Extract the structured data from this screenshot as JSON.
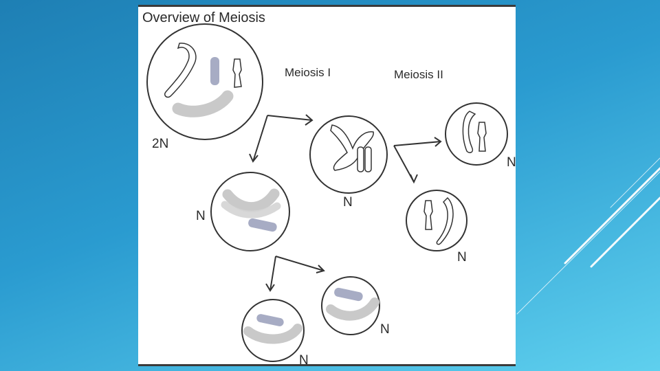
{
  "figure": {
    "title": "Overview of Meiosis",
    "stage_labels": {
      "meiosis_1": "Meiosis I",
      "meiosis_2": "Meiosis II"
    },
    "cells": [
      {
        "id": "parent",
        "ploidy": "2N"
      },
      {
        "id": "meiosis1-upper",
        "ploidy": "N"
      },
      {
        "id": "meiosis1-lower",
        "ploidy": "N"
      },
      {
        "id": "meiosis2-a",
        "ploidy": "N"
      },
      {
        "id": "meiosis2-b",
        "ploidy": "N"
      },
      {
        "id": "meiosis2-c",
        "ploidy": "N"
      },
      {
        "id": "meiosis2-d",
        "ploidy": "N"
      }
    ]
  },
  "colors": {
    "background_dark": "#1e7fb4",
    "background_light": "#5fd0ee",
    "chromosome_gray": "#c9c9c9",
    "chromosome_blue": "#a7acc4",
    "outline": "#333333"
  }
}
